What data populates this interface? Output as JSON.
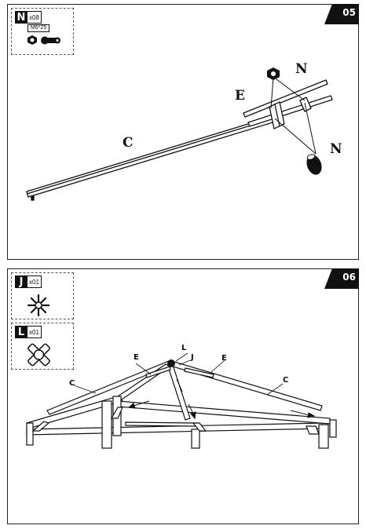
{
  "steps": [
    {
      "number": "05",
      "part": {
        "letter": "N",
        "qty": "x08",
        "spec": "M6*25"
      },
      "callouts": {
        "c": "C",
        "e": "E",
        "n_top": "N",
        "n_bottom": "N"
      }
    },
    {
      "number": "06",
      "parts": [
        {
          "letter": "J",
          "qty": "x01",
          "icon": "star-connector-icon"
        },
        {
          "letter": "L",
          "qty": "x01",
          "icon": "cross-cap-icon"
        }
      ],
      "callouts": {
        "e_left": "E",
        "l": "L",
        "j": "J",
        "e_right": "E",
        "c_left": "C",
        "c_right": "C"
      }
    }
  ]
}
